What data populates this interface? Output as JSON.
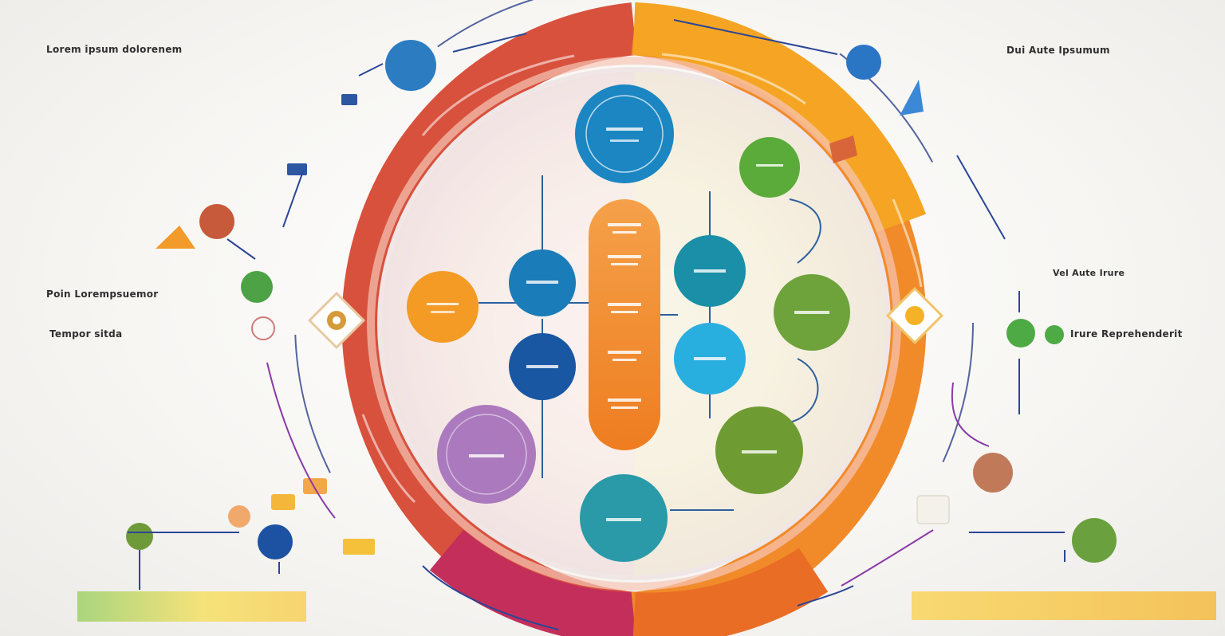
{
  "colors": {
    "red": "#d84a3a",
    "magenta": "#c2305a",
    "orange": "#f08a25",
    "amber": "#f4a623",
    "blue": "#1d77b5",
    "teal": "#24a0b8",
    "green": "#6ea83a",
    "purple": "#8e5aa8",
    "navy": "#1f3f8f",
    "yellow_bar": "#f6d96a"
  },
  "icons": {
    "left_diamond": "gear-icon",
    "right_diamond": "hand-icon",
    "top_right_node": "document-icon"
  },
  "text_blocks": {
    "left_top": {
      "heading": "Lorem ipsum dolorenem",
      "subhead": "",
      "bullets": []
    },
    "left_mid": {
      "heading": "Poin Lorempsuemor",
      "subhead": ""
    },
    "left_lower": {
      "heading": "Tempor sitda",
      "bullets": []
    },
    "right_top": {
      "heading": "Dui Aute Ipsumum",
      "subhead": "",
      "bullets": []
    },
    "right_mid": {
      "heading": "Vel Aute Irure",
      "subhead": ""
    },
    "right_lower": {
      "heading": "Irure Reprehenderit",
      "bullets": []
    }
  }
}
